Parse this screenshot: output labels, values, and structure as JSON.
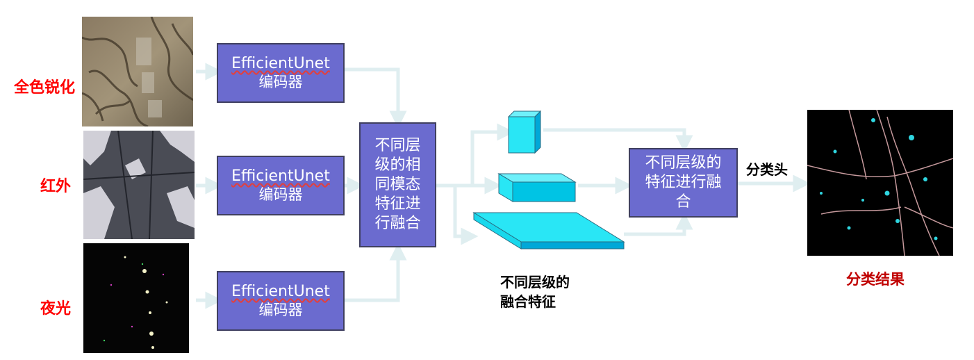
{
  "inputs": {
    "pan_label": "全色锐化",
    "ir_label": "红外",
    "night_label": "夜光"
  },
  "encoders": [
    {
      "title": "EfficientUnet",
      "subtitle": "编码器"
    },
    {
      "title": "EfficientUnet",
      "subtitle": "编码器"
    },
    {
      "title": "EfficientUnet",
      "subtitle": "编码器"
    }
  ],
  "multimodal_fusion": {
    "lines": [
      "不同层",
      "级的相",
      "同模态",
      "特征进",
      "行融合"
    ]
  },
  "multilevel_features": {
    "caption_line1": "不同层级的",
    "caption_line2": "融合特征"
  },
  "level_fusion": {
    "lines": [
      "不同层级的",
      "特征进行融",
      "合"
    ]
  },
  "head_label": "分类头",
  "result_label": "分类结果",
  "colors": {
    "box_fill": "#6b6bcf",
    "arrow": "#dfeef0",
    "cube_light": "#29e6f5",
    "cube_dark": "#00a8d8",
    "label_red": "#ff0000",
    "label_darkred": "#c00000"
  }
}
